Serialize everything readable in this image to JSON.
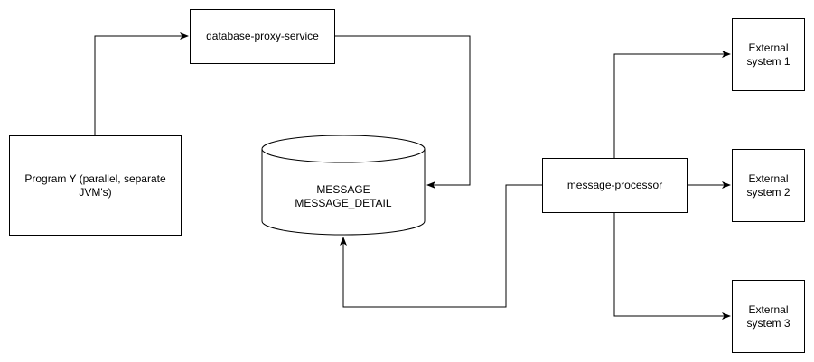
{
  "diagram": {
    "nodes": {
      "program_y": {
        "label": "Program Y (parallel, separate\nJVM's)"
      },
      "database_proxy": {
        "label": "database-proxy-service"
      },
      "message_db": {
        "label": "MESSAGE\nMESSAGE_DETAIL"
      },
      "message_processor": {
        "label": "message-processor"
      },
      "external_1": {
        "label": "External\nsystem 1"
      },
      "external_2": {
        "label": "External\nsystem 2"
      },
      "external_3": {
        "label": "External\nsystem 3"
      }
    },
    "colors": {
      "stroke": "#000000",
      "fill": "#ffffff",
      "text": "#000000"
    }
  }
}
